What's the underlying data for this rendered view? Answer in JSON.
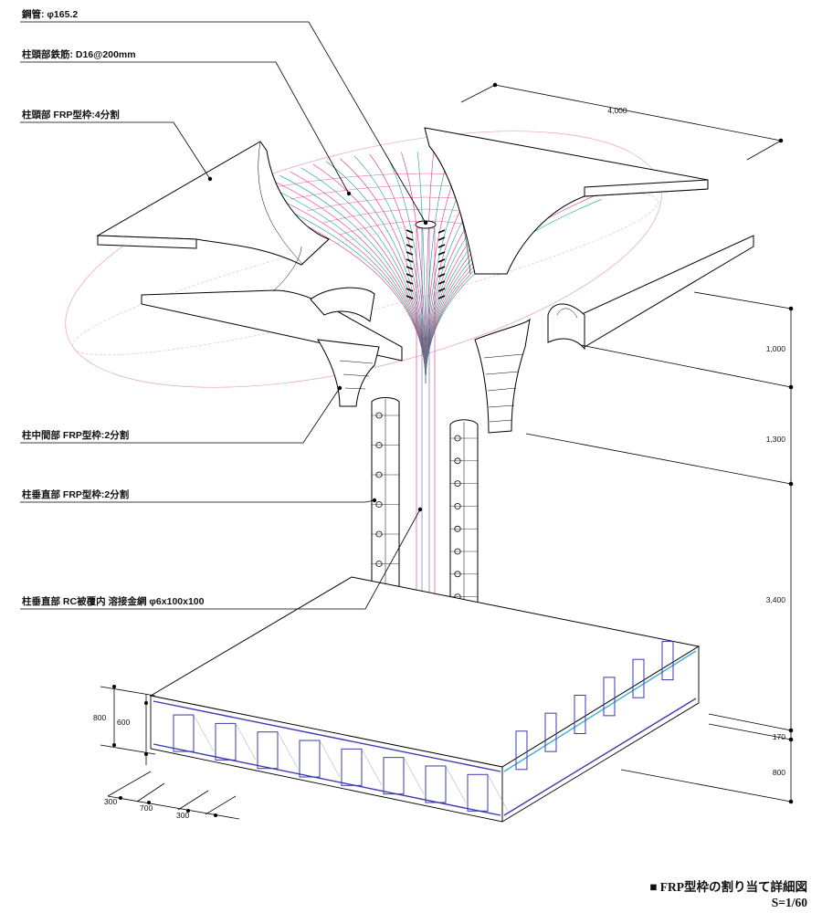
{
  "labels": {
    "steel_pipe": "鋼管: φ165.2",
    "head_rebar": "柱頭部鉄筋: D16@200mm",
    "head_frp": "柱頭部 FRP型枠:4分割",
    "mid_frp": "柱中間部 FRP型枠:2分割",
    "vertical_frp": "柱垂直部 FRP型枠:2分割",
    "vertical_rc": "柱垂直部 RC被覆内 溶接金網 φ6x100x100"
  },
  "dimensions": {
    "top_width": "4,000",
    "h_head": "1,000",
    "h_mid": "1,300",
    "h_vertical": "3,400",
    "h_slab": "170",
    "h_base": "800",
    "left_total": "800",
    "left_inner": "600",
    "bottom_a": "300",
    "bottom_b": "700",
    "bottom_c": "300"
  },
  "title": {
    "marker": "■",
    "text": "FRP型枠の割り当て詳細図",
    "scale": "S=1/60"
  },
  "colors": {
    "line": "#000000",
    "rebar_magenta": "#e0307a",
    "rebar_teal": "#0fa58f",
    "frame_blue": "#3a3ab0",
    "frame_cyan": "#3aaedc",
    "ellipse_pink": "#e8a0c0"
  }
}
